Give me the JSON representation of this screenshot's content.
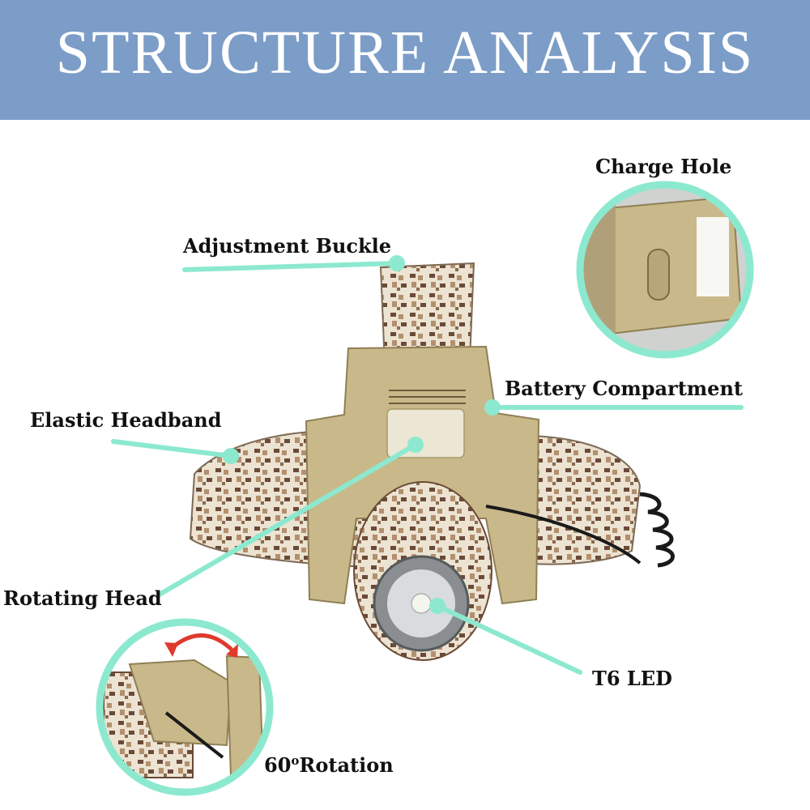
{
  "banner": {
    "title": "STRUCTURE ANALYSIS"
  },
  "callouts": {
    "charge_hole": "Charge Hole",
    "adjustment_buckle": "Adjustment Buckle",
    "battery_compartment": "Battery Compartment",
    "elastic_headband": "Elastic Headband",
    "rotating_head": "Rotating Head",
    "t6_led": "T6 LED",
    "rotation_value": "60",
    "rotation_degree": "o",
    "rotation_word": "Rotation"
  },
  "colors": {
    "banner": "#7c9dc8",
    "callout_line": "#8ce9cf",
    "housing": "#c9b98a",
    "camo_light": "#ece3d2",
    "camo_mid": "#b3906d",
    "camo_dark": "#6b4a37",
    "rotation_arrow": "#e0392d"
  },
  "icons": [
    "headlamp-illustration",
    "charge-hole-detail",
    "rotation-detail",
    "rotation-arrow-icon"
  ]
}
